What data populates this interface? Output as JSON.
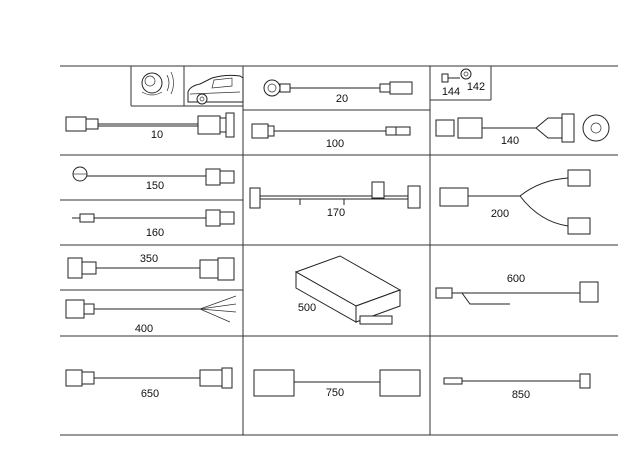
{
  "parts": [
    {
      "id": "p10",
      "label": "10"
    },
    {
      "id": "p20",
      "label": "20"
    },
    {
      "id": "p100",
      "label": "100"
    },
    {
      "id": "p140",
      "label": "140"
    },
    {
      "id": "p142",
      "label": "142"
    },
    {
      "id": "p144",
      "label": "144"
    },
    {
      "id": "p150",
      "label": "150"
    },
    {
      "id": "p160",
      "label": "160"
    },
    {
      "id": "p170",
      "label": "170"
    },
    {
      "id": "p200",
      "label": "200"
    },
    {
      "id": "p350",
      "label": "350"
    },
    {
      "id": "p400",
      "label": "400"
    },
    {
      "id": "p500",
      "label": "500"
    },
    {
      "id": "p600",
      "label": "600"
    },
    {
      "id": "p650",
      "label": "650"
    },
    {
      "id": "p750",
      "label": "750"
    },
    {
      "id": "p850",
      "label": "850"
    }
  ]
}
